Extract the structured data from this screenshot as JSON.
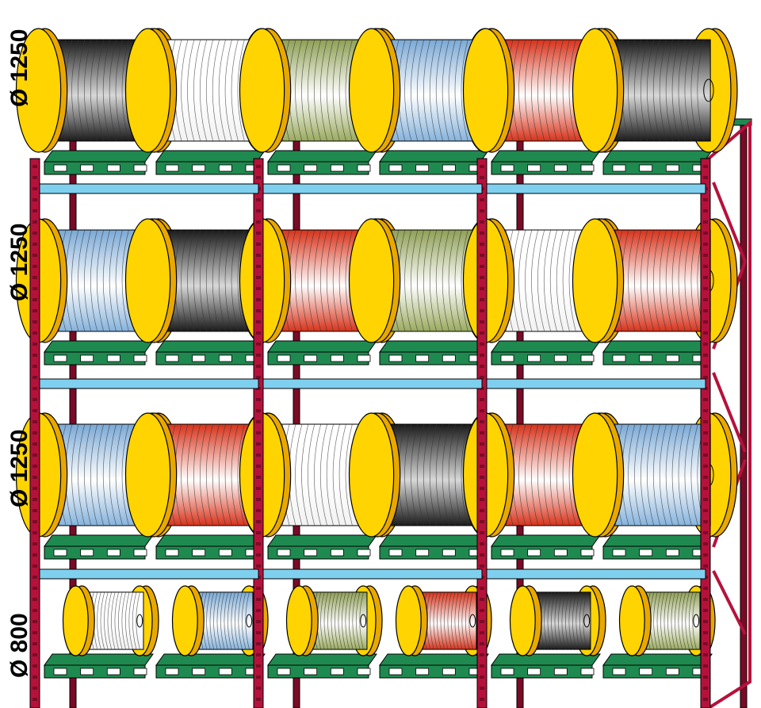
{
  "row_labels": [
    "Ø 1250",
    "Ø 1250",
    "Ø 1250",
    "Ø 800"
  ],
  "colors": {
    "rack_red": "#b5123b",
    "rack_red_dark": "#7a0b27",
    "beam_blue": "#7fd0ef",
    "pallet_green": "#1f8a50",
    "pallet_green_dark": "#0f5a33",
    "flange_yellow": "#ffd400",
    "flange_yellow_dark": "#e8a800",
    "outline": "#000000"
  },
  "cable_palettes": {
    "black": [
      "#1a1a1a",
      "#d8d8d8",
      "#1a1a1a"
    ],
    "white": [
      "#ffffff",
      "#ffffff",
      "#f2f2f2"
    ],
    "olive": [
      "#8fa055",
      "#ffffff",
      "#9aab5e"
    ],
    "blue": [
      "#7aa9d6",
      "#ffffff",
      "#86b3dc"
    ],
    "red": [
      "#d8321a",
      "#ffffff",
      "#d8321a"
    ]
  },
  "rows": [
    {
      "reels": [
        "black",
        "white",
        "olive",
        "blue",
        "red",
        "black"
      ]
    },
    {
      "reels": [
        "blue",
        "black",
        "red",
        "olive",
        "white",
        "red"
      ]
    },
    {
      "reels": [
        "blue",
        "red",
        "white",
        "black",
        "red",
        "blue"
      ]
    },
    {
      "reels": [
        "white",
        "blue",
        "olive",
        "red",
        "black",
        "olive"
      ]
    }
  ]
}
